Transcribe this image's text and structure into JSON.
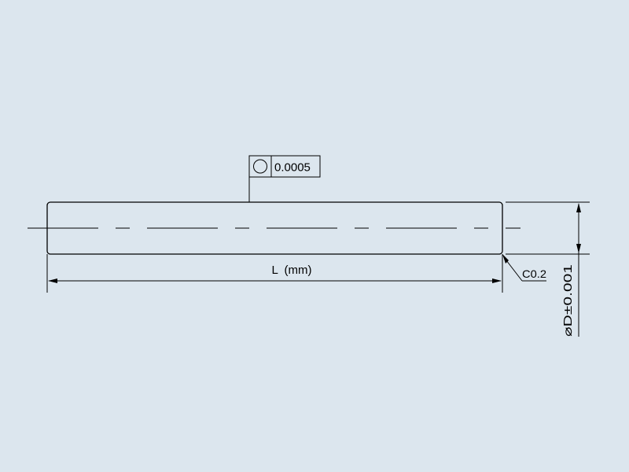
{
  "colors": {
    "background": "#dce6ee",
    "line": "#000000"
  },
  "tolerance_frame": {
    "symbol": "circularity-icon",
    "value": "0.0005"
  },
  "length_dimension": {
    "label": "L  (mm)"
  },
  "chamfer_callout": {
    "label": "C0.2"
  },
  "diameter_dimension": {
    "label": "⌀D±0.001"
  }
}
